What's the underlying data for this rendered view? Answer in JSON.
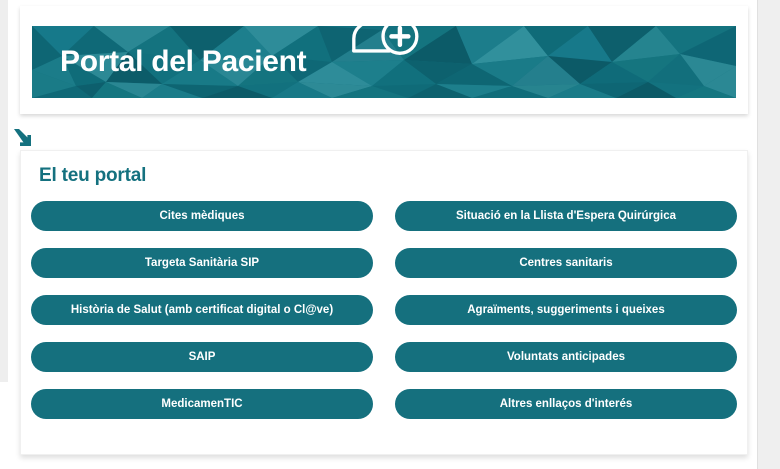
{
  "banner": {
    "title": "Portal del Pacient",
    "icon": "patient-add-icon",
    "colors": {
      "base": "#137180",
      "dark": "#0c5562",
      "mid": "#16788a",
      "light": "#2e8c99",
      "lighter": "#3d9aa6"
    }
  },
  "arrow": {
    "icon": "arrow-down-right-icon",
    "color": "#14717f"
  },
  "portal": {
    "heading": "El teu portal",
    "heading_color": "#14717f",
    "button_color": "#15707e",
    "links": [
      {
        "label": "Cites mèdiques",
        "column": "left",
        "row": 1
      },
      {
        "label": "Situació en la Llista d'Espera Quirúrgica",
        "column": "right",
        "row": 1
      },
      {
        "label": "Targeta Sanitària SIP",
        "column": "left",
        "row": 2
      },
      {
        "label": "Centres sanitaris",
        "column": "right",
        "row": 2
      },
      {
        "label": "Història de Salut (amb certificat digital o Cl@ve)",
        "column": "left",
        "row": 3
      },
      {
        "label": "Agraïments, suggeriments i queixes",
        "column": "right",
        "row": 3
      },
      {
        "label": "SAIP",
        "column": "left",
        "row": 4
      },
      {
        "label": "Voluntats anticipades",
        "column": "right",
        "row": 4
      },
      {
        "label": "MedicamenTIC",
        "column": "left",
        "row": 5
      },
      {
        "label": "Altres enllaços d'interés",
        "column": "right",
        "row": 5
      }
    ]
  }
}
